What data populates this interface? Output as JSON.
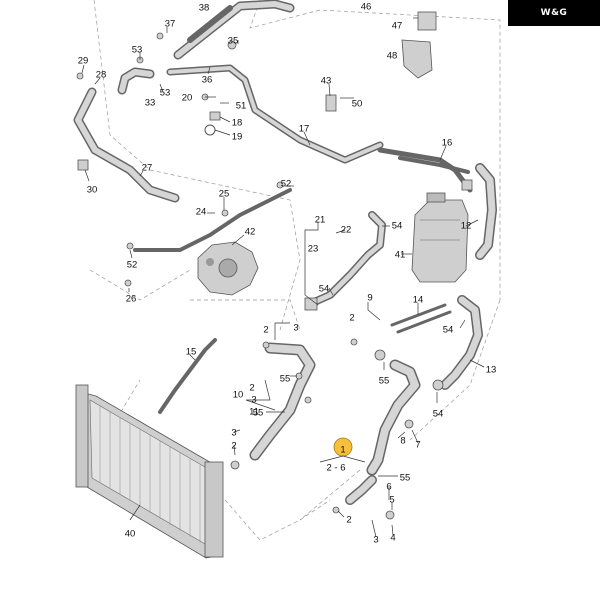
{
  "logo": {
    "text": "W&G"
  },
  "labels": [
    {
      "id": "38",
      "text": "38"
    },
    {
      "id": "46",
      "text": "46"
    },
    {
      "id": "37",
      "text": "37"
    },
    {
      "id": "47",
      "text": "47"
    },
    {
      "id": "53a",
      "text": "53"
    },
    {
      "id": "35",
      "text": "35"
    },
    {
      "id": "48",
      "text": "48"
    },
    {
      "id": "29",
      "text": "29"
    },
    {
      "id": "28",
      "text": "28"
    },
    {
      "id": "36",
      "text": "36"
    },
    {
      "id": "53b",
      "text": "53"
    },
    {
      "id": "33",
      "text": "33"
    },
    {
      "id": "43",
      "text": "43"
    },
    {
      "id": "20",
      "text": "20"
    },
    {
      "id": "51",
      "text": "51"
    },
    {
      "id": "50",
      "text": "50"
    },
    {
      "id": "18",
      "text": "18"
    },
    {
      "id": "19",
      "text": "19"
    },
    {
      "id": "17",
      "text": "17"
    },
    {
      "id": "16",
      "text": "16"
    },
    {
      "id": "27",
      "text": "27"
    },
    {
      "id": "30",
      "text": "30"
    },
    {
      "id": "52a",
      "text": "52"
    },
    {
      "id": "25",
      "text": "25"
    },
    {
      "id": "24",
      "text": "24"
    },
    {
      "id": "21",
      "text": "21"
    },
    {
      "id": "22",
      "text": "22"
    },
    {
      "id": "54a",
      "text": "54"
    },
    {
      "id": "12",
      "text": "12"
    },
    {
      "id": "42",
      "text": "42"
    },
    {
      "id": "23",
      "text": "23"
    },
    {
      "id": "41",
      "text": "41"
    },
    {
      "id": "52b",
      "text": "52"
    },
    {
      "id": "26",
      "text": "26"
    },
    {
      "id": "54b",
      "text": "54"
    },
    {
      "id": "14",
      "text": "14"
    },
    {
      "id": "9",
      "text": "9"
    },
    {
      "id": "54c",
      "text": "54"
    },
    {
      "id": "2a",
      "text": "2"
    },
    {
      "id": "3a",
      "text": "3"
    },
    {
      "id": "2b",
      "text": "2"
    },
    {
      "id": "15",
      "text": "15"
    },
    {
      "id": "55a",
      "text": "55"
    },
    {
      "id": "2c",
      "text": "2"
    },
    {
      "id": "3b",
      "text": "3"
    },
    {
      "id": "10",
      "text": "10"
    },
    {
      "id": "11",
      "text": "11"
    },
    {
      "id": "55b",
      "text": "55"
    },
    {
      "id": "13",
      "text": "13"
    },
    {
      "id": "55c",
      "text": "55"
    },
    {
      "id": "54d",
      "text": "54"
    },
    {
      "id": "8",
      "text": "8"
    },
    {
      "id": "7",
      "text": "7"
    },
    {
      "id": "3c",
      "text": "3"
    },
    {
      "id": "2d",
      "text": "2"
    },
    {
      "id": "1",
      "text": "1"
    },
    {
      "id": "2-6",
      "text": "2 - 6"
    },
    {
      "id": "55d",
      "text": "55"
    },
    {
      "id": "6",
      "text": "6"
    },
    {
      "id": "5",
      "text": "5"
    },
    {
      "id": "2e",
      "text": "2"
    },
    {
      "id": "3d",
      "text": "3"
    },
    {
      "id": "4",
      "text": "4"
    },
    {
      "id": "40",
      "text": "40"
    }
  ]
}
